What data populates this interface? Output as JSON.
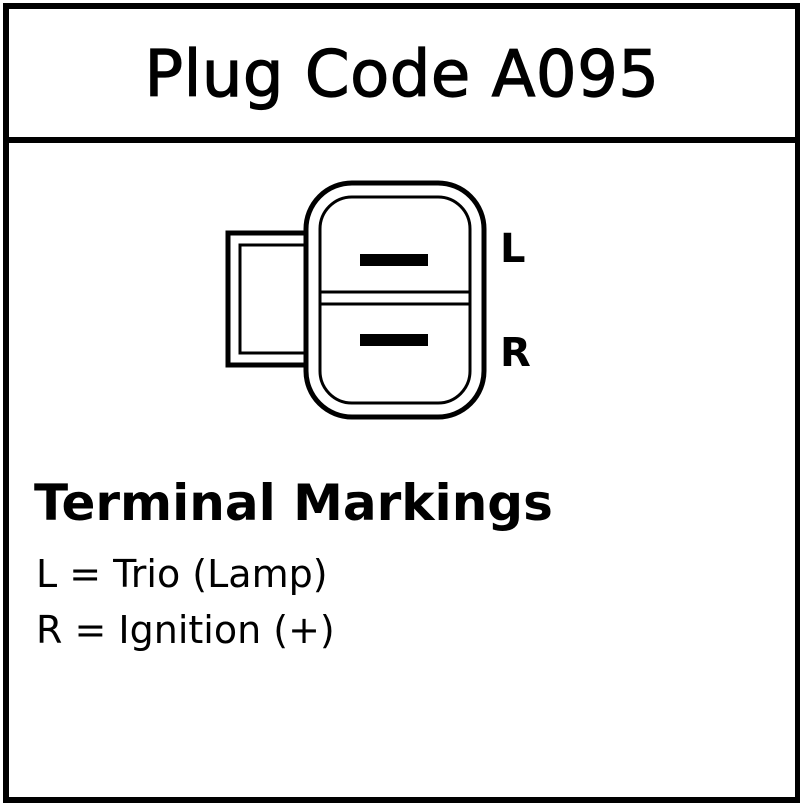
{
  "header": {
    "title": "Plug Code A095"
  },
  "connector": {
    "pins": [
      {
        "label": "L"
      },
      {
        "label": "R"
      }
    ]
  },
  "legend": {
    "title": "Terminal Markings",
    "items": [
      {
        "text": "L = Trio (Lamp)"
      },
      {
        "text": "R = Ignition (+)"
      }
    ]
  },
  "colors": {
    "line": "#000000",
    "background": "#ffffff"
  }
}
